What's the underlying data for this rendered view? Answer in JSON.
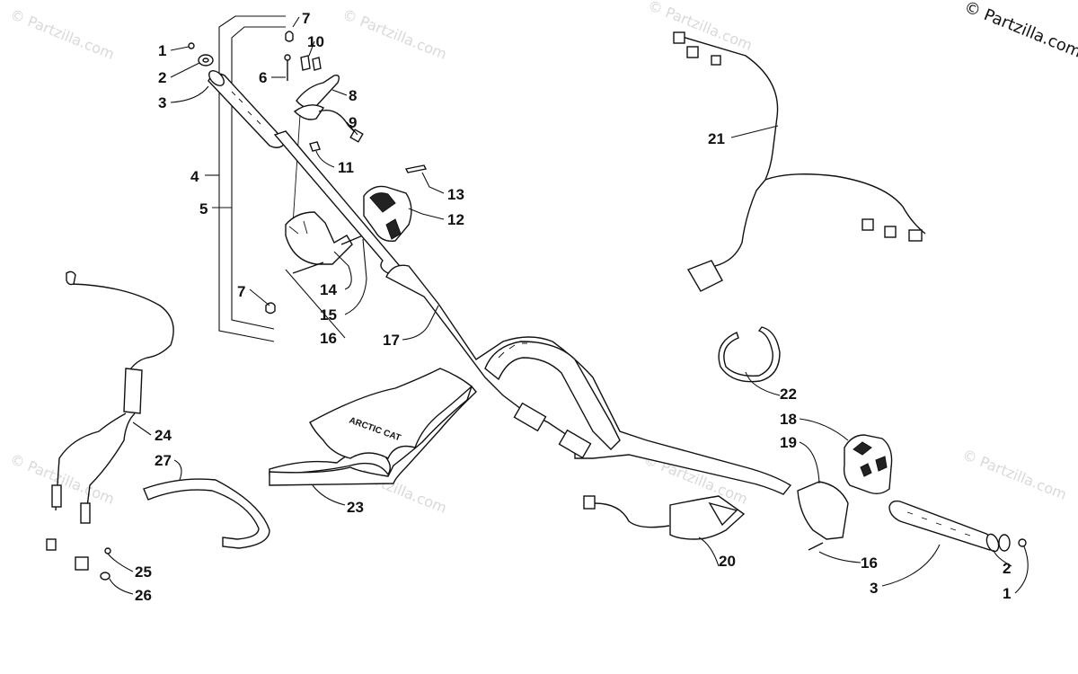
{
  "diagram": {
    "copyright": "© Partzilla.com",
    "watermark": "© Partzilla.com",
    "callouts": [
      {
        "id": "c1a",
        "text": "1"
      },
      {
        "id": "c2a",
        "text": "2"
      },
      {
        "id": "c3a",
        "text": "3"
      },
      {
        "id": "c4",
        "text": "4"
      },
      {
        "id": "c5",
        "text": "5"
      },
      {
        "id": "c6",
        "text": "6"
      },
      {
        "id": "c7a",
        "text": "7"
      },
      {
        "id": "c7b",
        "text": "7"
      },
      {
        "id": "c8",
        "text": "8"
      },
      {
        "id": "c9",
        "text": "9"
      },
      {
        "id": "c10",
        "text": "10"
      },
      {
        "id": "c11",
        "text": "11"
      },
      {
        "id": "c12",
        "text": "12"
      },
      {
        "id": "c13",
        "text": "13"
      },
      {
        "id": "c14",
        "text": "14"
      },
      {
        "id": "c15",
        "text": "15"
      },
      {
        "id": "c16a",
        "text": "16"
      },
      {
        "id": "c16b",
        "text": "16"
      },
      {
        "id": "c17",
        "text": "17"
      },
      {
        "id": "c18",
        "text": "18"
      },
      {
        "id": "c19",
        "text": "19"
      },
      {
        "id": "c20",
        "text": "20"
      },
      {
        "id": "c21",
        "text": "21"
      },
      {
        "id": "c22",
        "text": "22"
      },
      {
        "id": "c23",
        "text": "23"
      },
      {
        "id": "c24",
        "text": "24"
      },
      {
        "id": "c25",
        "text": "25"
      },
      {
        "id": "c26",
        "text": "26"
      },
      {
        "id": "c27",
        "text": "27"
      },
      {
        "id": "c3b",
        "text": "3"
      },
      {
        "id": "c2b",
        "text": "2"
      },
      {
        "id": "c1b",
        "text": "1"
      }
    ],
    "pad_logo": "ARCTIC CAT"
  }
}
